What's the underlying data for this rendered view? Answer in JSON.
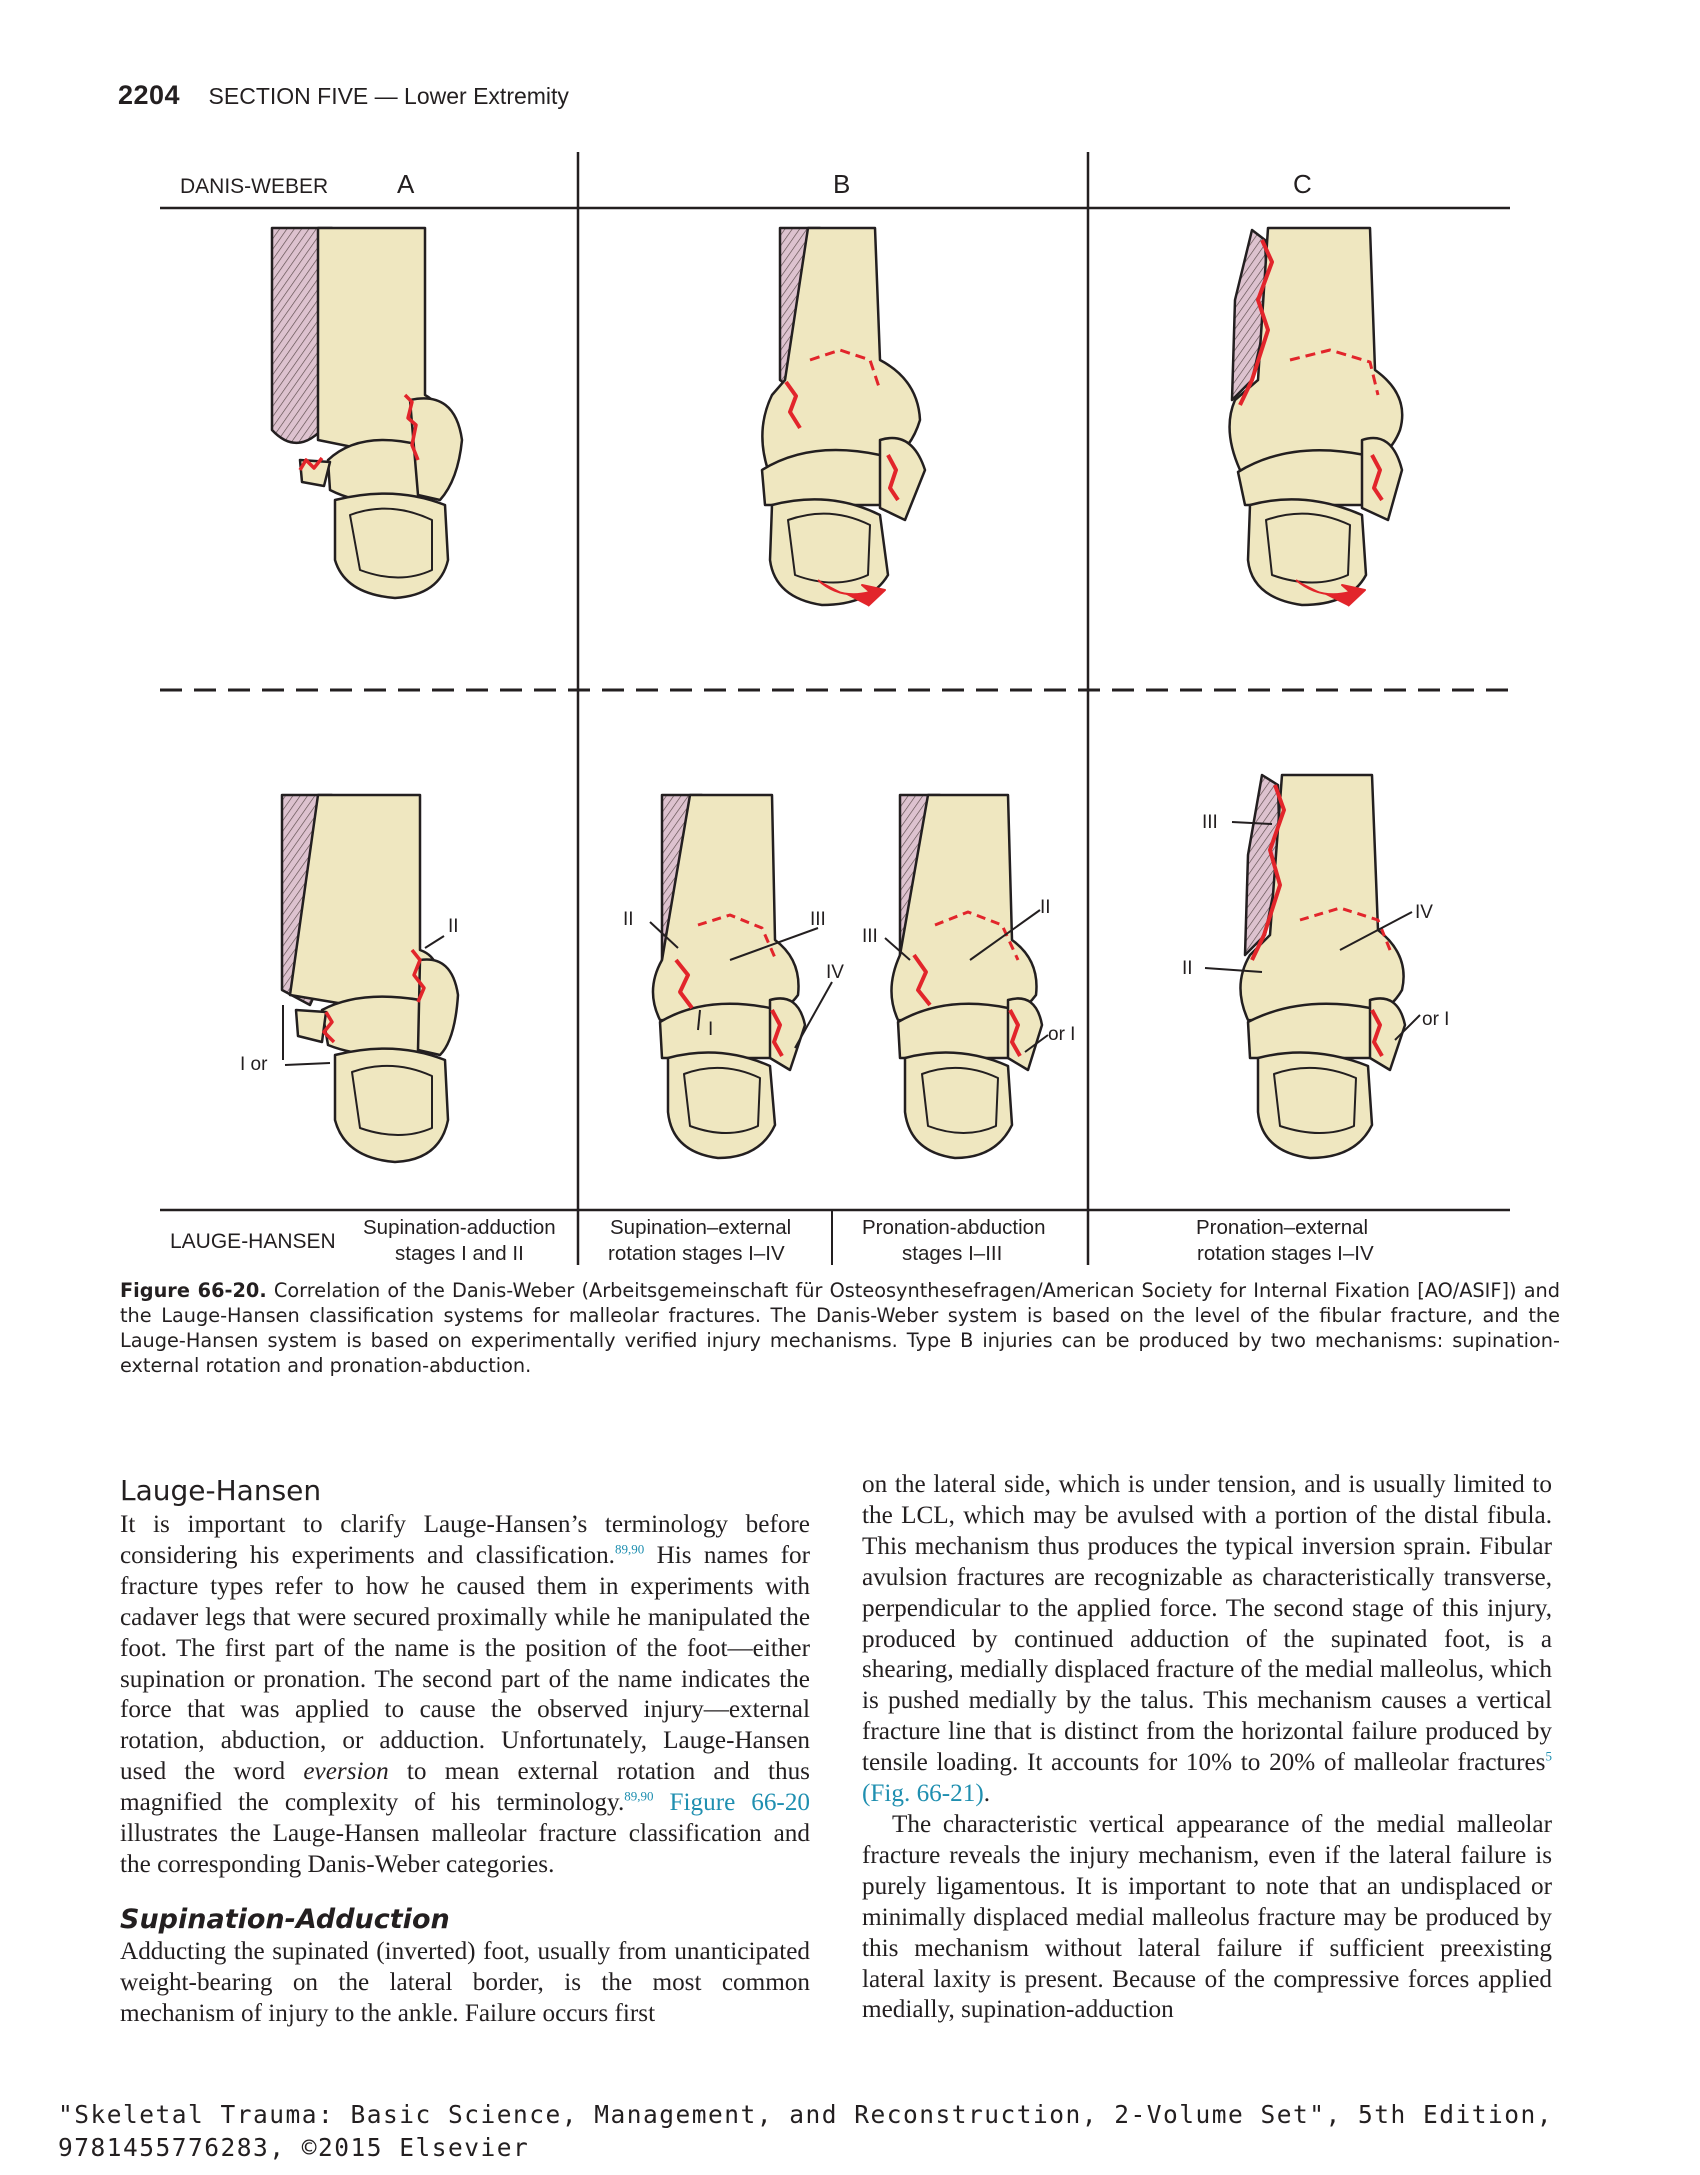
{
  "header": {
    "page_number": "2204",
    "section": "SECTION FIVE — Lower Extremity"
  },
  "figure": {
    "top_left_label": "DANIS-WEBER",
    "column_letters": [
      "A",
      "B",
      "C"
    ],
    "bottom_left_label": "LAUGE-HANSEN",
    "stage_labels": [
      [
        "Supination-adduction",
        "stages I and II"
      ],
      [
        "Supination–external",
        "rotation stages I–IV"
      ],
      [
        "Pronation-abduction",
        "stages I–III"
      ],
      [
        "Pronation–external",
        "rotation stages I–IV"
      ]
    ],
    "callouts": {
      "a_ii": "II",
      "a_ior": "I or",
      "b1_ii": "II",
      "b1_iii": "III",
      "b1_i": "I",
      "b1_iv": "IV",
      "b2_ii": "II",
      "b2_iii": "III",
      "b2_ori": "or I",
      "c_iii": "III",
      "c_iv": "IV",
      "c_ii": "II",
      "c_ori": "or I"
    },
    "colors": {
      "bone": "#efe7c0",
      "ligament": "#ddc2cf",
      "fracture": "#e2252b",
      "line": "#231f20"
    }
  },
  "caption": {
    "label": "Figure 66-20.",
    "text": "Correlation of the Danis-Weber (Arbeitsgemeinschaft für Osteosynthesefragen/American Society for Internal Fixation [AO/ASIF]) and the Lauge-Hansen classification systems for malleolar fractures. The Danis-Weber system is based on the level of the fibular fracture, and the Lauge-Hansen system is based on experimentally verified injury mechanisms. Type B injuries can be produced by two mechanisms: supination-external rotation and pronation-abduction."
  },
  "body": {
    "heading_lauge": "Lauge-Hansen",
    "p1_a": "It is important to clarify Lauge-Hansen’s terminology before considering his experiments and classification.",
    "p1_ref1": "89,90",
    "p1_b": " His names for fracture types refer to how he caused them in experiments with cadaver legs that were secured proximally while he manipulated the foot. The first part of the name is the position of the foot—either supination or pronation. The second part of the name indicates the force that was applied to cause the observed injury—external rotation, abduction, or adduction. Unfortunately, Lauge-Hansen used the word ",
    "p1_em": "eversion",
    "p1_c": " to mean external rotation and thus magnified the complexity of his terminology.",
    "p1_ref2": "89,90",
    "p1_link": "Figure 66-20",
    "p1_d": " illustrates the Lauge-Hansen malleolar fracture classification and the corresponding Danis-Weber categories.",
    "heading_supadd": "Supination-Adduction",
    "p2": "Adducting the supinated (inverted) foot, usually from unanticipated weight-bearing on the lateral border, is the most common mechanism of injury to the ankle. Failure occurs first",
    "p3_a": "on the lateral side, which is under tension, and is usually limited to the LCL, which may be avulsed with a portion of the distal fibula. This mechanism thus produces the typical inversion sprain. Fibular avulsion fractures are recognizable as characteristically transverse, perpendicular to the applied force. The second stage of this injury, produced by continued adduction of the supinated foot, is a shearing, medially displaced fracture of the medial malleolus, which is pushed medially by the talus. This mechanism causes a vertical fracture line that is distinct from the horizontal failure produced by tensile loading. It accounts for 10% to 20% of malleolar fractures",
    "p3_ref": "5",
    "p3_link": "(Fig. 66-21)",
    "p3_end": ".",
    "p4": "The characteristic vertical appearance of the medial malleolar fracture reveals the injury mechanism, even if the lateral failure is purely ligamentous. It is important to note that an undisplaced or minimally displaced medial malleolus fracture may be produced by this mechanism without lateral failure if sufficient preexisting lateral laxity is present. Because of the compressive forces applied medially, supination-adduction"
  },
  "footer": {
    "line1": "\"Skeletal Trauma: Basic Science, Management, and Reconstruction, 2-Volume Set\", 5th Edition,",
    "line2": "9781455776283, ©2015 Elsevier"
  }
}
